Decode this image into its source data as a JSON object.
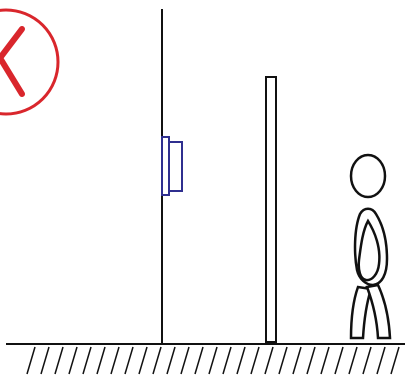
{
  "diagram": {
    "status_icon": "red-cross-mark-icon",
    "colors": {
      "background": "#ffffff",
      "line": "#111111",
      "status_red": "#d9262c",
      "button_blue": "#2f2f8f"
    },
    "elements": [
      "wall",
      "wall-button",
      "barrier-post",
      "person",
      "ground"
    ]
  }
}
